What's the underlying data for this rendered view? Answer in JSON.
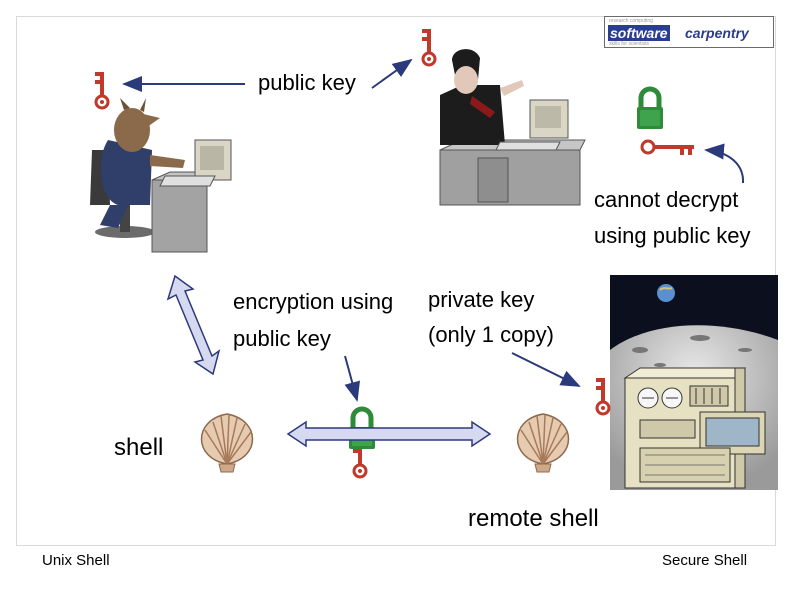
{
  "logo": {
    "brand_first": "software",
    "brand_second": "carpentry",
    "tagline_top": "research computing",
    "tagline_bottom": "skills for scientists"
  },
  "labels": {
    "public_key": "public key",
    "cannot_decrypt_line1": "cannot decrypt",
    "cannot_decrypt_line2": "using public key",
    "encryption_line1": "encryption using",
    "encryption_line2": "public key",
    "private_key_line1": "private key",
    "private_key_line2": "(only 1 copy)",
    "shell": "shell",
    "remote_shell": "remote shell"
  },
  "footer": {
    "left": "Unix Shell",
    "right": "Secure Shell"
  },
  "colors": {
    "key_red": "#c0392b",
    "lock_green": "#2e8b3a",
    "arrow_blue": "#2b3a7a",
    "double_arrow_fill": "#d6d9f0",
    "shell_color": "#c9a88a",
    "moon_sky": "#0b0f1e"
  },
  "icons": [
    "key-icon",
    "lock-icon",
    "shell-icon",
    "werewolf-user",
    "vampire-user",
    "server-computer"
  ]
}
